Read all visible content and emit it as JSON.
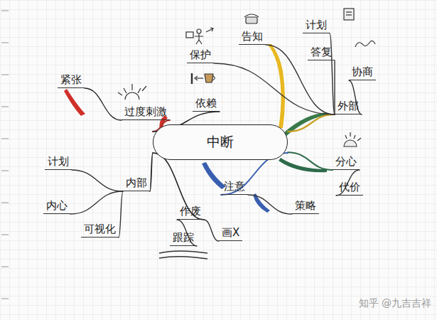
{
  "diagram": {
    "nodes": [
      {
        "text": [
          "中断"
        ]
      },
      {
        "text": [
          "过度刺激"
        ]
      },
      {
        "text": [
          "紧张"
        ]
      },
      {
        "text": [
          "依赖"
        ]
      },
      {
        "text": [
          "保护"
        ]
      },
      {
        "text": [
          "告知"
        ]
      },
      {
        "text": [
          "计划"
        ]
      },
      {
        "text": [
          "答复"
        ]
      },
      {
        "text": [
          "协商"
        ]
      },
      {
        "text": [
          "外部"
        ]
      },
      {
        "text": [
          "分心"
        ]
      },
      {
        "text": [
          "代价"
        ]
      },
      {
        "text": [
          "注意"
        ]
      },
      {
        "text": [
          "策略"
        ]
      },
      {
        "text": [
          "内部"
        ]
      },
      {
        "text": [
          "计划"
        ]
      },
      {
        "text": [
          "内心"
        ]
      },
      {
        "text": [
          "可视化"
        ]
      },
      {
        "text": [
          "作废"
        ]
      },
      {
        "text": [
          "跟踪"
        ]
      },
      {
        "text": [
          "画X"
        ]
      }
    ],
    "edges": [
      {
        "from": 0,
        "to": 1,
        "arrow": "none"
      },
      {
        "from": 1,
        "to": 2,
        "arrow": "none"
      },
      {
        "from": 0,
        "to": 3,
        "arrow": "none"
      },
      {
        "from": 0,
        "to": 9,
        "arrow": "none"
      },
      {
        "from": 9,
        "to": 4,
        "arrow": "none"
      },
      {
        "from": 9,
        "to": 5,
        "arrow": "none"
      },
      {
        "from": 9,
        "to": 6,
        "arrow": "none"
      },
      {
        "from": 9,
        "to": 7,
        "arrow": "none"
      },
      {
        "from": 9,
        "to": 8,
        "arrow": "none"
      },
      {
        "from": 0,
        "to": 10,
        "arrow": "none"
      },
      {
        "from": 10,
        "to": 11,
        "arrow": "none"
      },
      {
        "from": 0,
        "to": 12,
        "arrow": "none"
      },
      {
        "from": 12,
        "to": 13,
        "arrow": "none"
      },
      {
        "from": 0,
        "to": 14,
        "arrow": "none"
      },
      {
        "from": 14,
        "to": 15,
        "arrow": "none"
      },
      {
        "from": 14,
        "to": 16,
        "arrow": "none"
      },
      {
        "from": 14,
        "to": 17,
        "arrow": "none"
      },
      {
        "from": 0,
        "to": 18,
        "arrow": "none"
      },
      {
        "from": 18,
        "to": 19,
        "arrow": "none"
      },
      {
        "from": 18,
        "to": 20,
        "arrow": "none"
      }
    ],
    "labels": [
      "知乎 @九吉吉祥"
    ]
  }
}
